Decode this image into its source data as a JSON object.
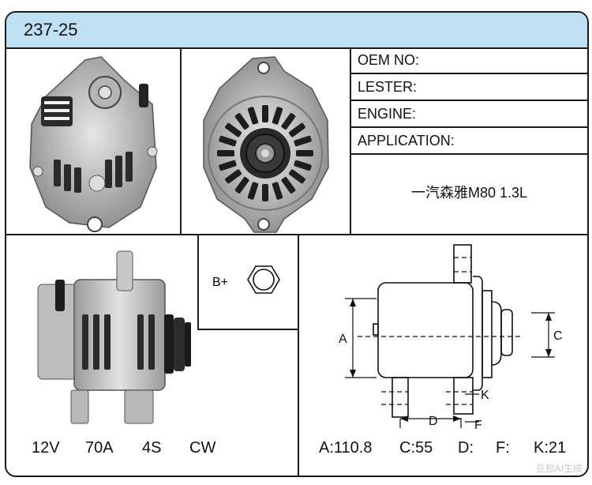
{
  "header": {
    "model": "237-25"
  },
  "specs": {
    "oem_label": "OEM NO:",
    "lester_label": "LESTER:",
    "engine_label": "ENGINE:",
    "application_label": "APPLICATION:",
    "application_value": "一汽森雅M80  1.3L"
  },
  "terminal": {
    "label": "B+"
  },
  "ratings": {
    "voltage": "12V",
    "amperage": "70A",
    "pulley": "4S",
    "rotation": "CW"
  },
  "dimension_labels": {
    "a": "A",
    "c": "C",
    "d": "D",
    "f": "F",
    "k": "K"
  },
  "dimensions": {
    "a": "A:110.8",
    "c": "C:55",
    "d": "D:",
    "f": "F:",
    "k": "K:21"
  },
  "watermark": "豆包AI生成",
  "colors": {
    "header_bg": "#bfe0f3",
    "border": "#1a1a1a",
    "metal": "#c9c9c9"
  }
}
